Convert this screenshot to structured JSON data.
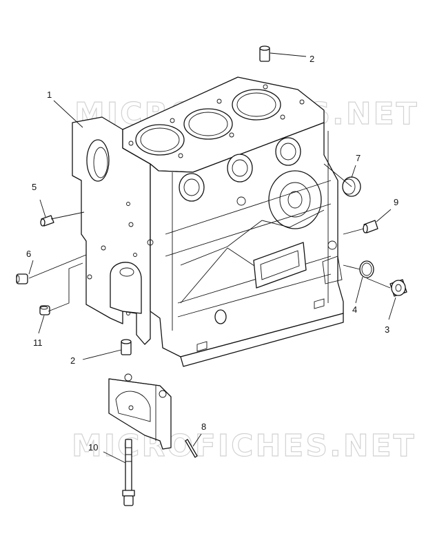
{
  "watermark": "MICROFICHES.NET",
  "callouts": {
    "c1": "1",
    "c2_top": "2",
    "c2_bottom": "2",
    "c3": "3",
    "c4": "4",
    "c5": "5",
    "c6": "6",
    "c7": "7",
    "c8": "8",
    "c9": "9",
    "c10": "10",
    "c11": "11"
  }
}
